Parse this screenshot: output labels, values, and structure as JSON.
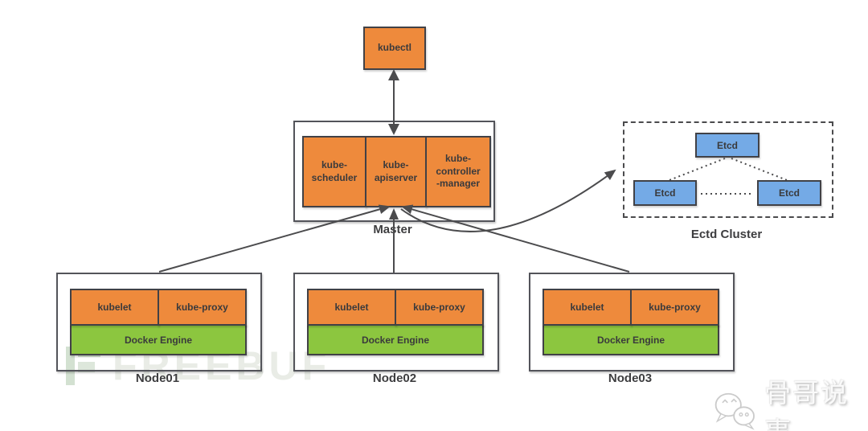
{
  "kubectl": {
    "label": "kubectl"
  },
  "master": {
    "label": "Master",
    "components": [
      {
        "label": "kube-\nscheduler"
      },
      {
        "label": "kube-\napiserver"
      },
      {
        "label": "kube-\ncontroller\n-manager"
      }
    ]
  },
  "etcd_cluster": {
    "label": "Ectd Cluster",
    "top": "Etcd",
    "left": "Etcd",
    "right": "Etcd"
  },
  "nodes": [
    {
      "label": "Node01",
      "kubelet": "kubelet",
      "kube_proxy": "kube-proxy",
      "docker": "Docker Engine"
    },
    {
      "label": "Node02",
      "kubelet": "kubelet",
      "kube_proxy": "kube-proxy",
      "docker": "Docker Engine"
    },
    {
      "label": "Node03",
      "kubelet": "kubelet",
      "kube_proxy": "kube-proxy",
      "docker": "Docker Engine"
    }
  ],
  "watermarks": {
    "freebuf": "FREEBUF",
    "brand": "骨哥说事"
  },
  "colors": {
    "orange": "#ee8a3c",
    "green": "#8cc63f",
    "blue": "#74aae6",
    "line": "#4b4b4d"
  }
}
